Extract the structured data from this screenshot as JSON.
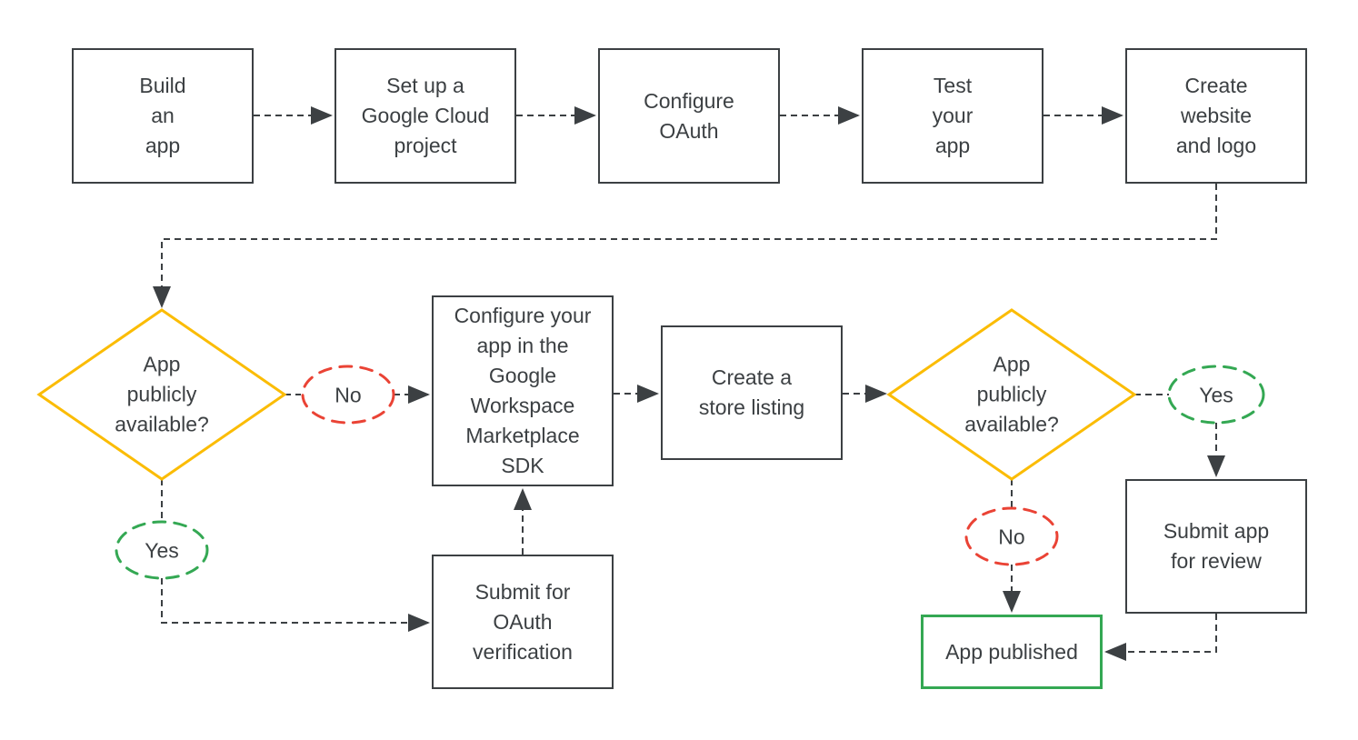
{
  "colors": {
    "ink": "#3C4043",
    "yellow": "#FBBC04",
    "red": "#EA4335",
    "green": "#34A853"
  },
  "nodes": {
    "build_app": "Build\nan\napp",
    "setup_gcp": "Set up a\nGoogle Cloud\nproject",
    "configure_oauth": "Configure\nOAuth",
    "test_app": "Test\nyour\napp",
    "create_website": "Create\nwebsite\nand logo",
    "configure_sdk": "Configure your\napp in the\nGoogle\nWorkspace\nMarketplace\nSDK",
    "store_listing": "Create a\nstore listing",
    "submit_review": "Submit app\nfor review",
    "app_published": "App published",
    "submit_oauth": "Submit for\nOAuth\nverification"
  },
  "decisions": {
    "decision1": "App\npublicly\navailable?",
    "decision2": "App\npublicly\navailable?"
  },
  "edge_labels": {
    "no1": "No",
    "yes1": "Yes",
    "yes2": "Yes",
    "no2": "No"
  }
}
